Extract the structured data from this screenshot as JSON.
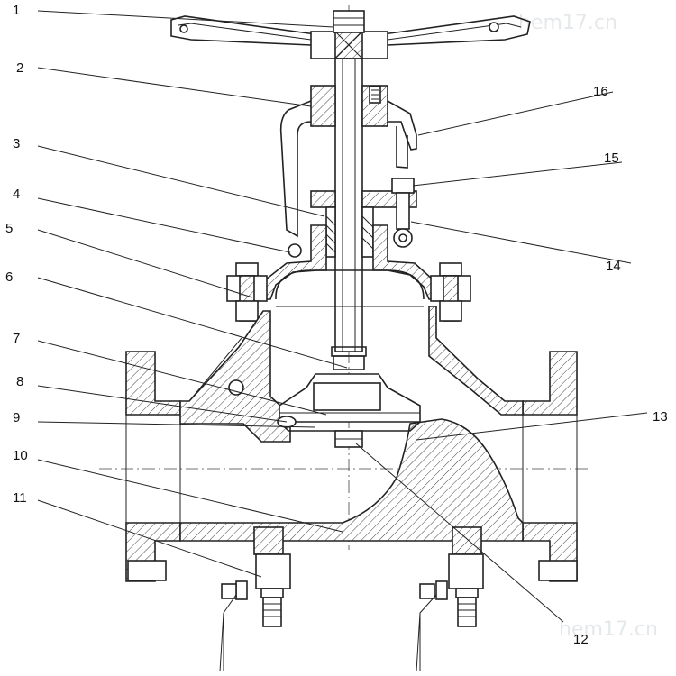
{
  "diagram": {
    "labels": {
      "p1": "1",
      "p2": "2",
      "p3": "3",
      "p4": "4",
      "p5": "5",
      "p6": "6",
      "p7": "7",
      "p8": "8",
      "p9": "9",
      "p10": "10",
      "p11": "11",
      "p12": "12",
      "p13": "13",
      "p14": "14",
      "p15": "15",
      "p16": "16"
    },
    "watermarks": {
      "top": "hem17.cn",
      "bottom": "hem17.cn"
    }
  }
}
